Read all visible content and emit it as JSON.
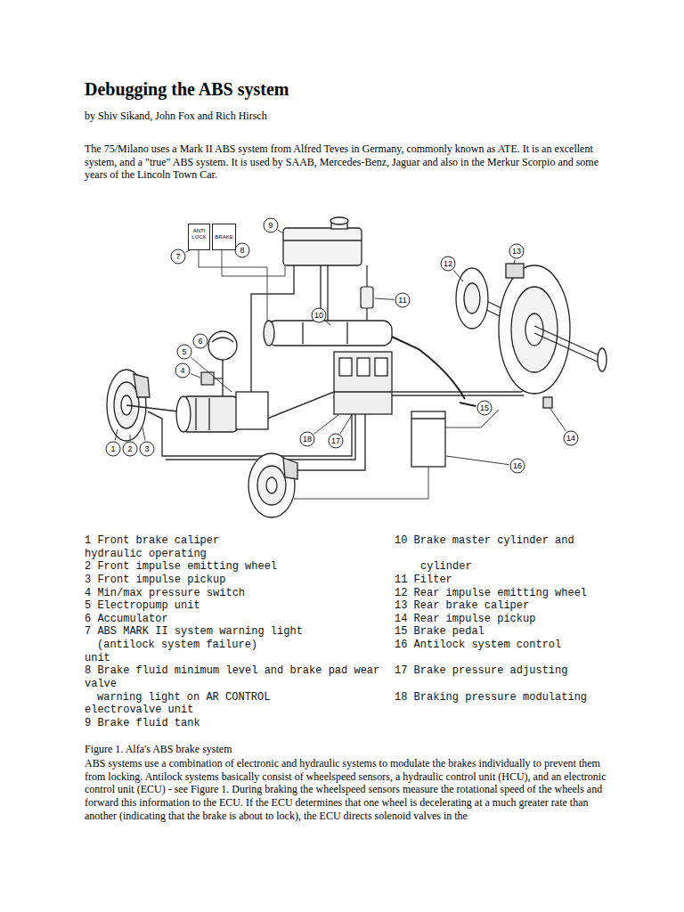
{
  "diagram": {
    "title": "Debugging the ABS system",
    "caption": "Figure 1. Alfa's ABS brake system",
    "nodes": [
      {
        "text": [
          "ANTI LOCK"
        ]
      },
      {
        "text": [
          "BRAKE"
        ]
      }
    ],
    "labels": [
      "by Shiv Sikand, John Fox and Rich Hirsch",
      "The 75/Milano uses a Mark II ABS system from Alfred Teves in Germany, commonly known as ATE. It is an excellent system, and a \"true\" ABS system. It is used by SAAB, Mercedes-Benz, Jaguar and also in the Merkur Scorpio and some years of the Lincoln Town Car.",
      "1",
      "2",
      "3",
      "4",
      "5",
      "6",
      "7",
      "8",
      "9",
      "10",
      "11",
      "12",
      "13",
      "14",
      "15",
      "16",
      "17",
      "18",
      "1 Front brake caliper",
      "10 Brake master cylinder and",
      "hydraulic operating",
      "2 Front impulse emitting wheel",
      "cylinder",
      "3 Front impulse pickup",
      "11 Filter",
      "4 Min/max pressure switch",
      "12 Rear impulse emitting wheel",
      "5 Electropump unit",
      "13 Rear brake caliper",
      "6 Accumulator",
      "14 Rear impulse pickup",
      "7 ABS MARK II system warning light",
      "15 Brake pedal",
      "(antilock system failure)",
      "16 Antilock system control",
      "unit",
      "8 Brake fluid minimum level and brake pad wear",
      "17 Brake pressure adjusting",
      "valve",
      "warning light on AR CONTROL",
      "18 Braking pressure modulating",
      "electrovalve unit",
      "9 Brake fluid tank",
      "ABS systems use a combination of electronic and hydraulic systems to modulate the brakes individually to prevent them from locking. Antilock systems basically consist of wheelspeed sensors, a hydraulic control unit (HCU), and an electronic control unit (ECU) - see Figure 1. During braking the wheelspeed sensors measure the rotational speed of the wheels and forward this information to the ECU. If the ECU determines that one wheel is decelerating at a much greater rate than another (indicating that the brake is about to lock), the ECU directs solenoid valves in the"
    ]
  }
}
